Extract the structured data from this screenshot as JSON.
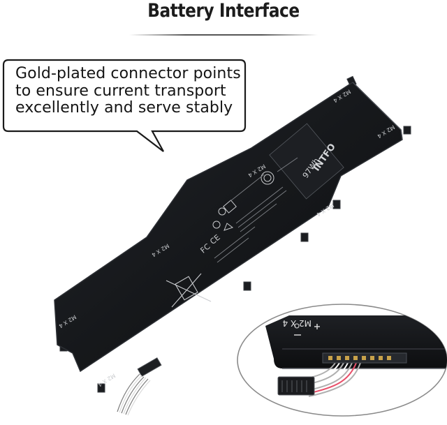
{
  "header": {
    "title": "Battery Interface"
  },
  "callout": {
    "lines": [
      "Gold-plated connector points",
      "to ensure current transport",
      "excellently and serve stably"
    ]
  },
  "battery": {
    "brand_label": "INTFO",
    "capacity_label": "97Wh",
    "screw_marks": {
      "top_right": "M2 X 4",
      "right_top": "M2 X 4",
      "upper_mid": "M2 X 4",
      "right_mid": "M2 X 4",
      "left_mid": "M2 X 4",
      "left_low": "M2 X 4",
      "bottom_left": "M2 X 4"
    }
  },
  "inset": {
    "screw_mark": "M2 X 4"
  },
  "colors": {
    "battery_body": "#17191c",
    "battery_edge": "#2d3035",
    "callout_border": "#1a1a1a",
    "inset_border": "#8a8a8a"
  }
}
